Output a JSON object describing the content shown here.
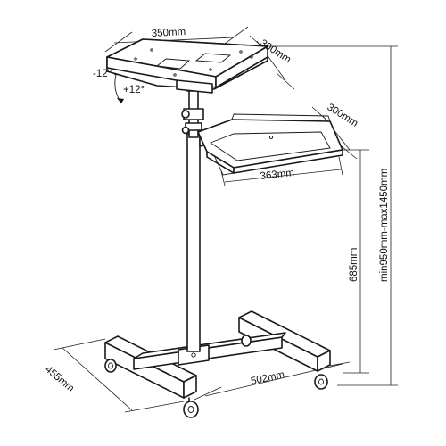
{
  "dimensions": {
    "top_width": "350mm",
    "top_depth": "300mm",
    "tilt_minus": "-12°",
    "tilt_plus": "+12°",
    "lower_depth": "300mm",
    "lower_width": "363mm",
    "lower_height": "685mm",
    "total_height": "min950mm-max1450mm",
    "base_depth": "455mm",
    "base_width": "502mm"
  }
}
